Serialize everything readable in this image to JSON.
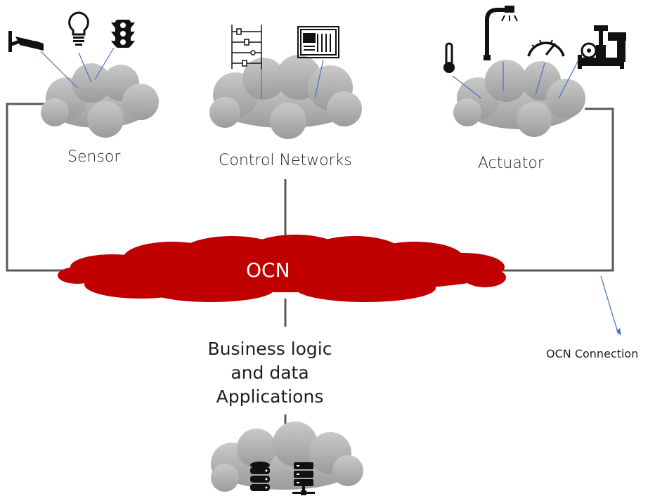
{
  "labels": {
    "sensor": "Sensor",
    "control_networks": "Control Networks",
    "actuator": "Actuator",
    "ocn": "OCN",
    "business_line1": "Business logic",
    "business_line2": "and data",
    "business_line3": "Applications",
    "ocn_connection": "OCN Connection"
  },
  "icons": {
    "sensor": [
      "security-camera-icon",
      "light-bulb-icon",
      "traffic-light-icon"
    ],
    "control_networks": [
      "ladder-logic-icon",
      "control-panel-icon"
    ],
    "actuator": [
      "thermometer-icon",
      "street-lamp-icon",
      "speedometer-gauge-icon",
      "pipe-valve-icon"
    ],
    "backend": [
      "database-icon",
      "server-rack-icon"
    ]
  },
  "colors": {
    "ocn_cloud": "#c00000",
    "grey_cloud": "#a6a6a6",
    "connector_line": "#595959",
    "pointer_line": "#4472c4"
  }
}
